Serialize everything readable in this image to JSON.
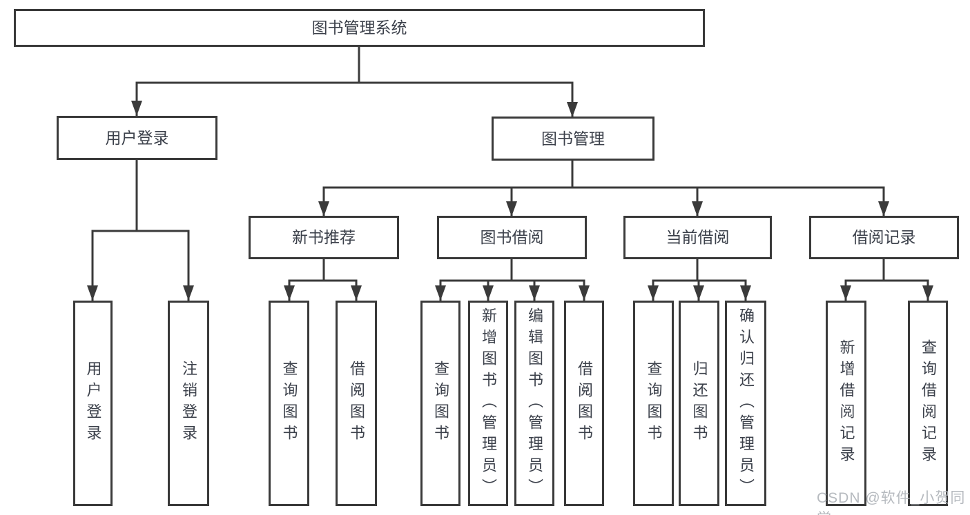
{
  "diagram": {
    "root": {
      "label": "图书管理系统"
    },
    "branches": [
      {
        "label": "用户登录",
        "children": [
          {
            "label": "用户登录"
          },
          {
            "label": "注销登录"
          }
        ]
      },
      {
        "label": "图书管理",
        "children": [
          {
            "label": "新书推荐",
            "children": [
              {
                "label": "查询图书"
              },
              {
                "label": "借阅图书"
              }
            ]
          },
          {
            "label": "图书借阅",
            "children": [
              {
                "label": "查询图书"
              },
              {
                "label": "新增图书（管理员）"
              },
              {
                "label": "编辑图书（管理员）"
              },
              {
                "label": "借阅图书"
              }
            ]
          },
          {
            "label": "当前借阅",
            "children": [
              {
                "label": "查询图书"
              },
              {
                "label": "归还图书"
              },
              {
                "label": "确认归还（管理员）"
              }
            ]
          },
          {
            "label": "借阅记录",
            "children": [
              {
                "label": "新增借阅记录"
              },
              {
                "label": "查询借阅记录"
              }
            ]
          }
        ]
      }
    ]
  },
  "watermark": {
    "text": "CSDN @软件_小贺同学"
  },
  "colors": {
    "line": "#3a3a3a",
    "box_bg": "#ffffff",
    "text": "#3c414b",
    "watermark": "#b2b6bc"
  }
}
